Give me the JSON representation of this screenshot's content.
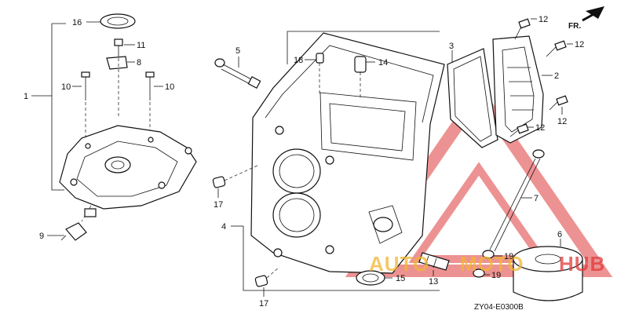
{
  "diagram": {
    "part_labels": {
      "p1": "1",
      "p2": "2",
      "p3": "3",
      "p4": "4",
      "p5": "5",
      "p6": "6",
      "p7": "7",
      "p8": "8",
      "p9": "9",
      "p10a": "10",
      "p10b": "10",
      "p11": "11",
      "p12a": "12",
      "p12b": "12",
      "p12c": "12",
      "p12d": "12",
      "p13": "13",
      "p14": "14",
      "p15": "15",
      "p16": "16",
      "p17a": "17",
      "p17b": "17",
      "p18": "18",
      "p19a": "19",
      "p19b": "19"
    },
    "direction_label": "FR.",
    "diagram_code": "ZY04-E0300B"
  },
  "watermark": {
    "text_auto": "AUTO",
    "text_moto": "MOTO",
    "text_hub": "HUB",
    "colors": {
      "red": "#e03a3a",
      "gold": "#f2b632"
    }
  }
}
